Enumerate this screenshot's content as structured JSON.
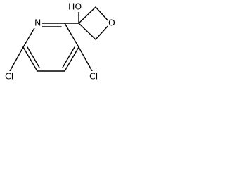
{
  "molecule": {
    "labels": {
      "hydroxyl": "HO",
      "ring_oxygen": "O",
      "pyridine_nitrogen": "N",
      "chlorine_left": "Cl",
      "chlorine_right": "Cl"
    },
    "colors": {
      "bond": "#000000",
      "text": "#000000",
      "background": "#ffffff"
    }
  }
}
